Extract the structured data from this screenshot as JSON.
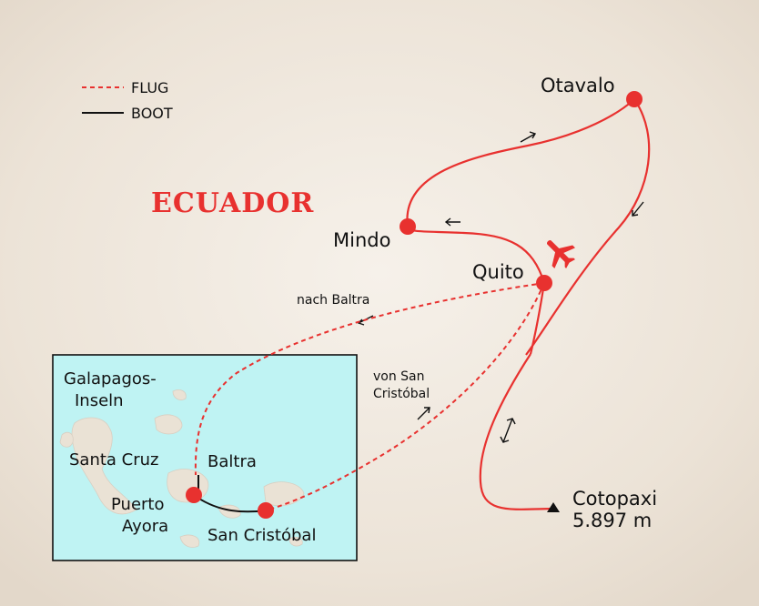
{
  "legend": {
    "flight_label": "FLUG",
    "boat_label": "BOOT"
  },
  "country": "ECUADOR",
  "places": {
    "otavalo": "Otavalo",
    "mindo": "Mindo",
    "quito": "Quito",
    "cotopaxi_name": "Cotopaxi",
    "cotopaxi_height": "5.897 m"
  },
  "inset": {
    "title_line1": "Galapagos-",
    "title_line2": "Inseln",
    "santa_cruz": "Santa Cruz",
    "baltra": "Baltra",
    "puerto_ayora_line1": "Puerto",
    "puerto_ayora_line2": "Ayora",
    "san_cristobal": "San Cristóbal"
  },
  "routes": {
    "to_baltra": "nach Baltra",
    "from_san_cristobal_line1": "von San",
    "from_san_cristobal_line2": "Cristóbal"
  },
  "icons": {
    "airport": "airplane-icon",
    "peak": "mountain-peak-icon"
  },
  "colors": {
    "route": "#e8312f",
    "boat": "#111111",
    "inset_sea": "#bff3f3",
    "land": "#efe7dc"
  }
}
